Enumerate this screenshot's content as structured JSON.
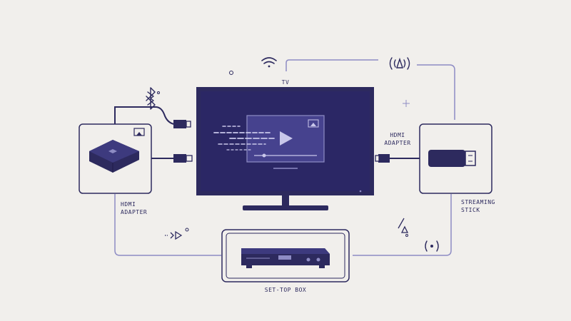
{
  "colors": {
    "background": "#f1efec",
    "ink": "#2d2a5e",
    "screen": "#2b2765",
    "video_panel": "#46428e",
    "dashed_line": "#8e8cc4"
  },
  "labels": {
    "tv": "TV",
    "hdmi_adapter_left": [
      "HDMI",
      "ADAPTER"
    ],
    "hdmi_adapter_right": [
      "HDMI",
      "ADAPTER"
    ],
    "streaming_stick": [
      "STREAMING",
      "STICK"
    ],
    "set_top_box": "SET-TOP BOX"
  },
  "icons": [
    "wifi-icon",
    "broadcast-icon",
    "bluetooth-icon",
    "airplay-icon",
    "cast-icon",
    "play-icon",
    "signal-icon",
    "sparkle-icon",
    "arrow-icon"
  ]
}
